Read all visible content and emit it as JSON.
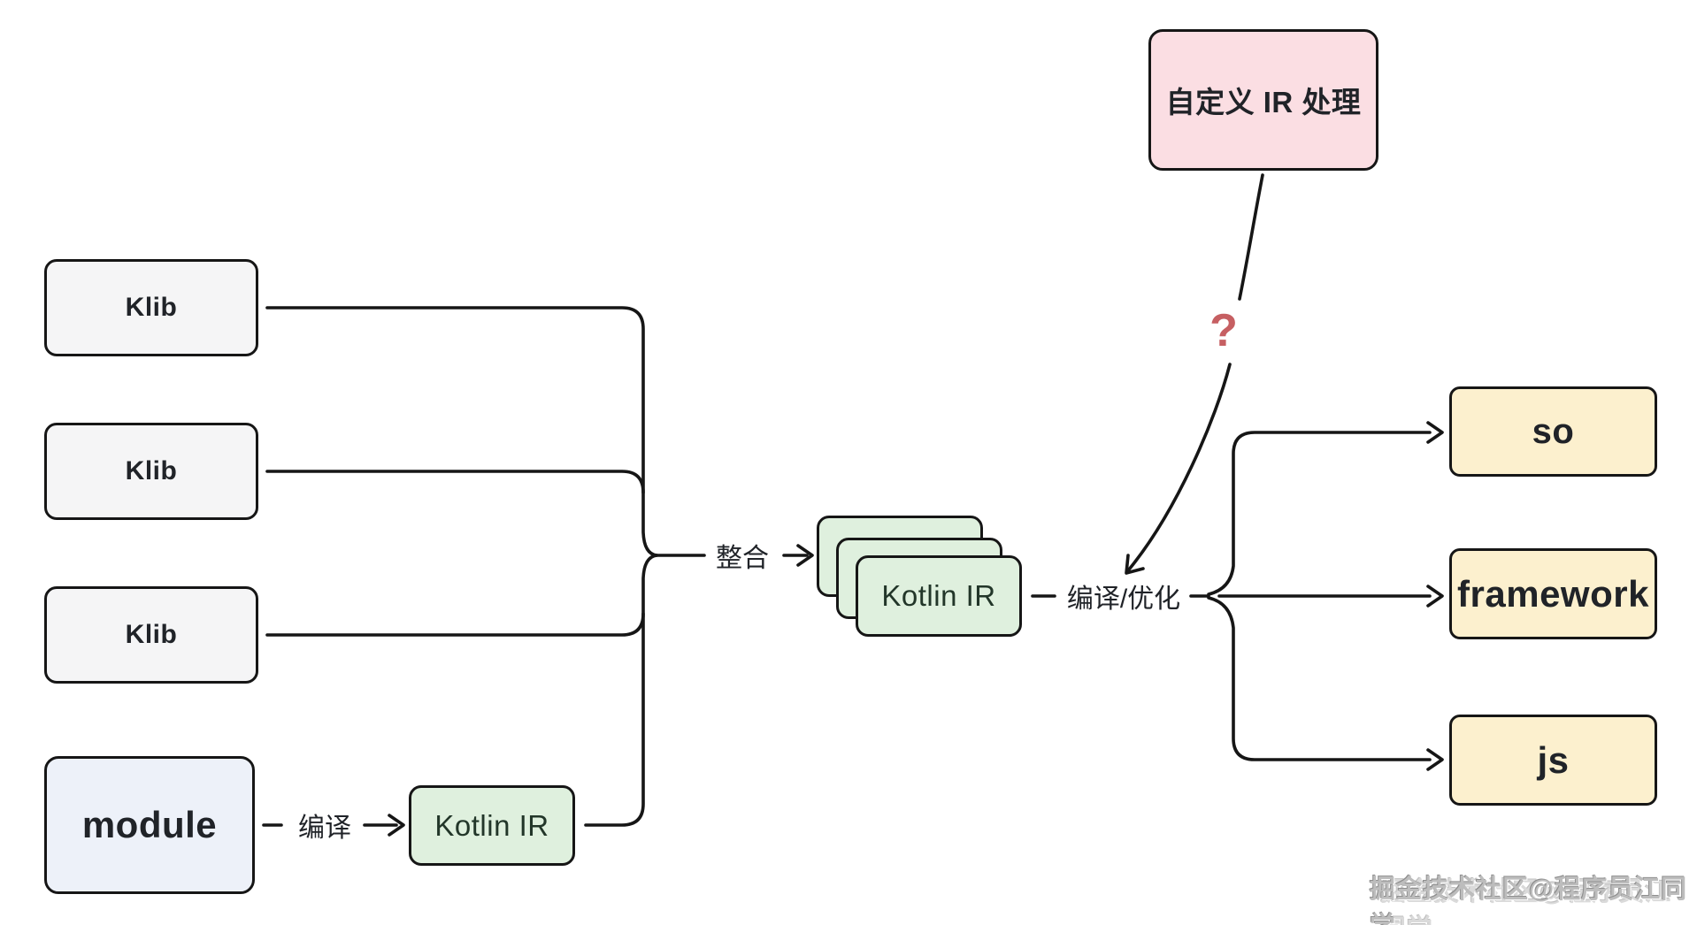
{
  "nodes": {
    "klib_1": {
      "label": "Klib"
    },
    "klib_2": {
      "label": "Klib"
    },
    "klib_3": {
      "label": "Klib"
    },
    "module": {
      "label": "module"
    },
    "kotlin_ir_single": {
      "label": "Kotlin IR"
    },
    "kotlin_ir_stack": {
      "label": "Kotlin IR"
    },
    "custom_ir": {
      "label": "自定义 IR 处理"
    },
    "output_so": {
      "label": "so"
    },
    "output_framework": {
      "label": "framework"
    },
    "output_js": {
      "label": "js"
    }
  },
  "edge_labels": {
    "merge": "整合",
    "compile": "编译",
    "compile_optimize": "编译/优化",
    "question": "?"
  },
  "colors": {
    "background": "#ffffff",
    "line": "#161616",
    "klib_fill": "#f5f5f6",
    "module_fill": "#edf1f9",
    "ir_fill": "#dff0de",
    "ir_text": "#223629",
    "output_fill": "#fcf0ce",
    "custom_fill": "#fbdee3",
    "question_color": "#c65f62",
    "text_color": "#202328",
    "watermark_color": "#bdbdbd"
  },
  "watermark": {
    "text": "掘金技术社区@程序员江同学"
  }
}
